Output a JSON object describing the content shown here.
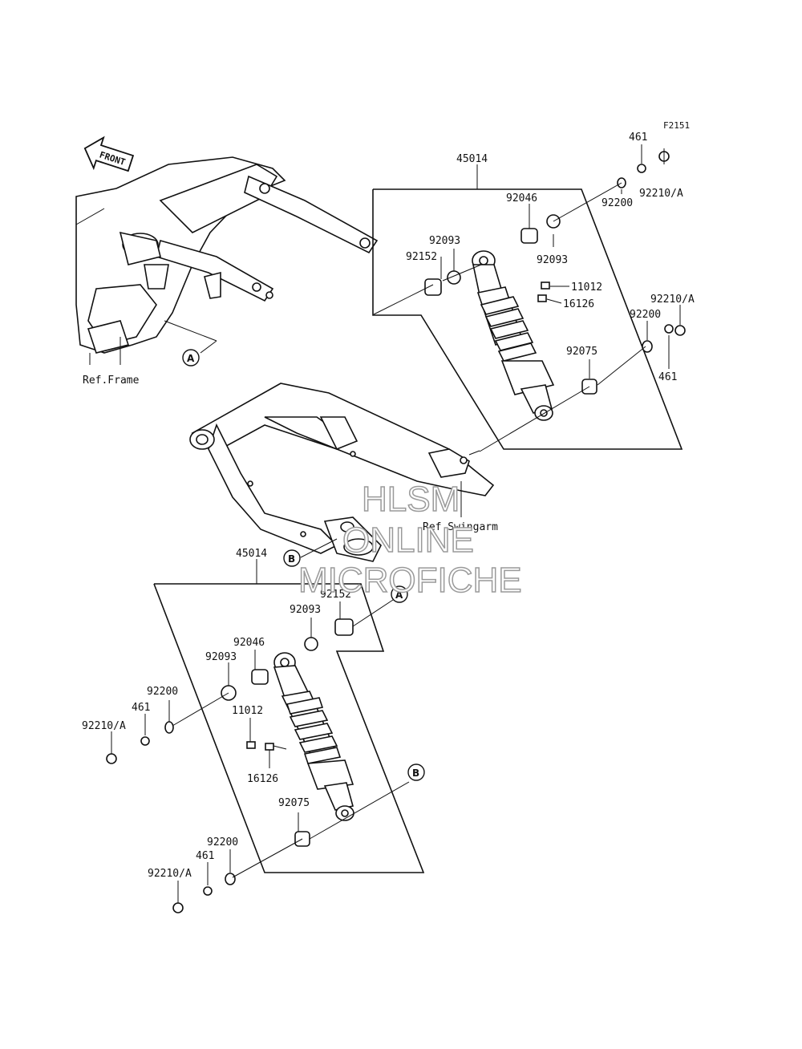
{
  "figure_code": "F2151",
  "front_arrow": "FRONT",
  "refs": {
    "frame": "Ref.Frame",
    "swingarm": "Ref.Swingarm"
  },
  "callouts": {
    "a": "A",
    "b": "B"
  },
  "watermark": {
    "line1": "HLSM",
    "line2": "ONLINE",
    "line3": "MICROFICHE"
  },
  "upper_assembly": {
    "parts": {
      "p45014": "45014",
      "p92046": "92046",
      "p92093_a": "92093",
      "p92152": "92152",
      "p92093_b": "92093",
      "p461_a": "461",
      "p92210_a": "92210/A",
      "p92200_a": "92200",
      "p11012": "11012",
      "p16126": "16126",
      "p92210_b": "92210/A",
      "p92200_b": "92200",
      "p461_b": "461",
      "p92075": "92075"
    }
  },
  "lower_assembly": {
    "parts": {
      "p45014": "45014",
      "p92152": "92152",
      "p92093_a": "92093",
      "p92046": "92046",
      "p92093_b": "92093",
      "p92200_a": "92200",
      "p461_a": "461",
      "p92210_a": "92210/A",
      "p11012": "11012",
      "p16126": "16126",
      "p92075": "92075",
      "p92200_b": "92200",
      "p461_b": "461",
      "p92210_b": "92210/A"
    }
  }
}
